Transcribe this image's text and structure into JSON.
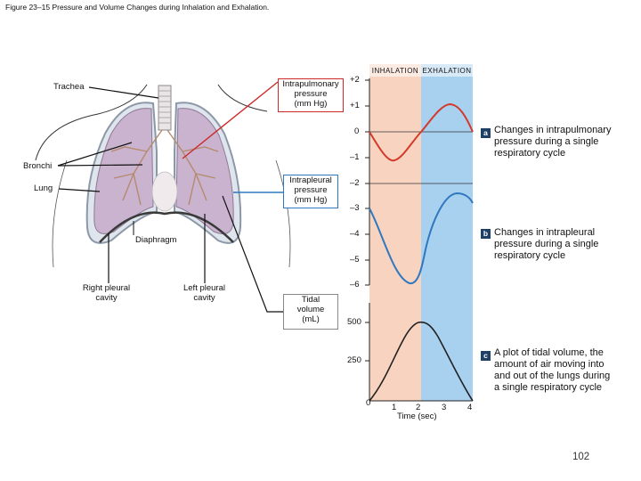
{
  "figure_title": "Figure 23–15 Pressure and Volume Changes during Inhalation and Exhalation.",
  "anatomy_labels": {
    "trachea": "Trachea",
    "bronchi": "Bronchi",
    "lung": "Lung",
    "diaphragm": "Diaphragm",
    "right_pleural_cavity": [
      "Right pleural",
      "cavity"
    ],
    "left_pleural_cavity": [
      "Left pleural",
      "cavity"
    ]
  },
  "graph": {
    "phase_inhalation": "INHALATION",
    "phase_exhalation": "EXHALATION",
    "intrapulmonary_label": [
      "Intrapulmonary",
      "pressure",
      "(mm Hg)"
    ],
    "intrapleural_label": [
      "Intrapleural",
      "pressure",
      "(mm Hg)"
    ],
    "tidal_label": [
      "Tidal",
      "volume",
      "(mL)"
    ],
    "y_ticks_pressure": [
      "+2",
      "+1",
      "0",
      "–1",
      "–2",
      "–3",
      "–4",
      "–5",
      "–6"
    ],
    "y_ticks_volume": [
      "500",
      "250"
    ],
    "x_ticks": [
      "0",
      "1",
      "2",
      "3",
      "4"
    ],
    "x_axis_label": "Time (sec)"
  },
  "callouts": {
    "a": {
      "tag": "a",
      "text": [
        "Changes in intrapulmonary",
        "pressure during a single",
        "respiratory cycle"
      ]
    },
    "b": {
      "tag": "b",
      "text": [
        "Changes in intrapleural",
        "pressure during a single",
        "respiratory cycle"
      ]
    },
    "c": {
      "tag": "c",
      "text": [
        "A plot of tidal volume, the",
        "amount of air moving into",
        "and out of the lungs during",
        "a single respiratory cycle"
      ]
    }
  },
  "page_number": "102",
  "colors": {
    "inhalation_bg": "#f8d3c0",
    "exhalation_bg": "#a8d0ef",
    "curve_red": "#d33a2c",
    "curve_blue": "#2f78c0",
    "lung_fill": "#c9b3cf",
    "pleura": "#9aa8b8",
    "tag_bg": "#1e3f66"
  }
}
